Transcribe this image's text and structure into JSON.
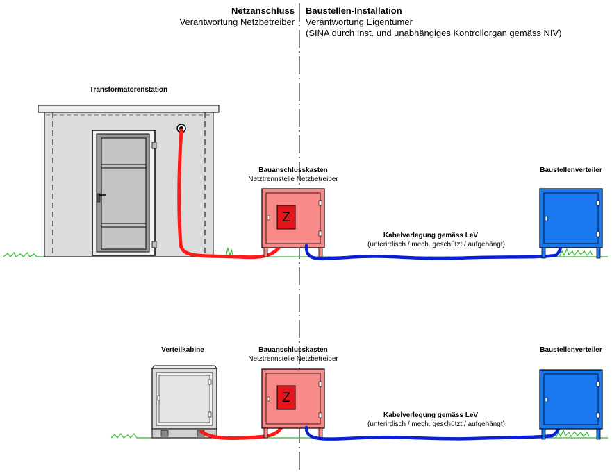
{
  "header": {
    "left_title": "Netzanschluss",
    "left_subtitle": "Verantwortung Netzbetreiber",
    "right_title": "Baustellen-Installation",
    "right_subtitle": "Verantwortung Eigentümer",
    "right_note": "(SINA durch Inst. und unabhängiges Kontrollorgan gemäss NIV)"
  },
  "top_scene": {
    "station_label": "Transformatorenstation",
    "box_title": "Bauanschlusskasten",
    "box_subtitle": "Netztrennstelle Netzbetreiber",
    "meter_letter": "Z",
    "cable_title": "Kabelverlegung gemäss LeV",
    "cable_subtitle": "(unterirdisch / mech. geschützt / aufgehängt)",
    "distributor_label": "Baustellenverteiler"
  },
  "bottom_scene": {
    "cabinet_label": "Verteilkabine",
    "box_title": "Bauanschlusskasten",
    "box_subtitle": "Netztrennstelle Netzbetreiber",
    "meter_letter": "Z",
    "cable_title": "Kabelverlegung gemäss LeV",
    "cable_subtitle": "(unterirdisch / mech. geschützt / aufgehängt)",
    "distributor_label": "Baustellenverteiler"
  },
  "colors": {
    "net_cable": "#ff1a1a",
    "site_cable": "#0a1fd6",
    "connection_box": "#f98a8a",
    "meter": "#e8141c",
    "distributor": "#1a78f0",
    "building": "#dcdcdc",
    "grass": "#2fb82f"
  }
}
